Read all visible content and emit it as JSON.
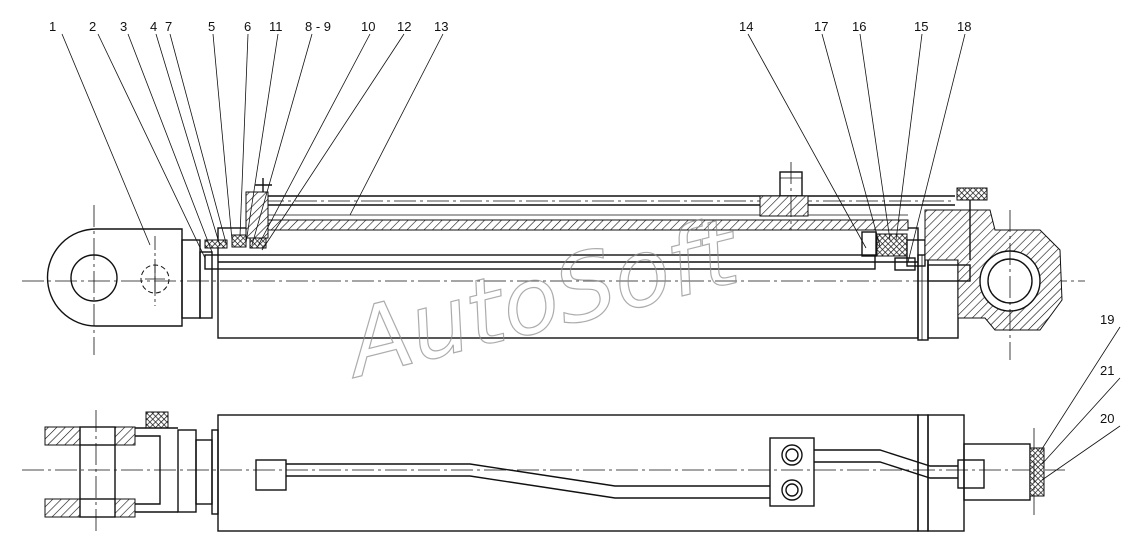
{
  "watermark": "AutoSoft",
  "callouts": [
    {
      "id": "c1",
      "text": "1"
    },
    {
      "id": "c2",
      "text": "2"
    },
    {
      "id": "c3",
      "text": "3"
    },
    {
      "id": "c4",
      "text": "4"
    },
    {
      "id": "c7",
      "text": "7"
    },
    {
      "id": "c5",
      "text": "5"
    },
    {
      "id": "c6",
      "text": "6"
    },
    {
      "id": "c11",
      "text": "11"
    },
    {
      "id": "c89",
      "text": "8 - 9"
    },
    {
      "id": "c10",
      "text": "10"
    },
    {
      "id": "c12",
      "text": "12"
    },
    {
      "id": "c13",
      "text": "13"
    },
    {
      "id": "c14",
      "text": "14"
    },
    {
      "id": "c17",
      "text": "17"
    },
    {
      "id": "c16",
      "text": "16"
    },
    {
      "id": "c15",
      "text": "15"
    },
    {
      "id": "c18",
      "text": "18"
    },
    {
      "id": "c19",
      "text": "19"
    },
    {
      "id": "c21",
      "text": "21"
    },
    {
      "id": "c20",
      "text": "20"
    }
  ]
}
